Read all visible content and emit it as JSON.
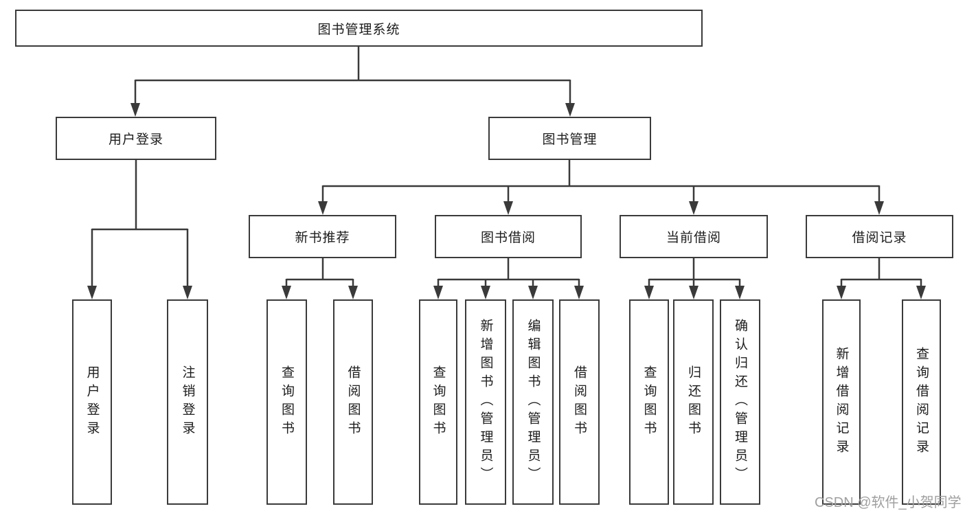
{
  "colors": {
    "line": "#3a3a3a",
    "text": "#1c1c1c",
    "background": "#ffffff",
    "watermark": "#9f9f9f"
  },
  "watermark": {
    "text": "CSDN @软件_小贺同学"
  },
  "tree": {
    "root": {
      "label": "图书管理系统",
      "children": [
        {
          "label": "用户登录",
          "children": [
            {
              "label": "用户登录"
            },
            {
              "label": "注销登录"
            }
          ]
        },
        {
          "label": "图书管理",
          "children": [
            {
              "label": "新书推荐",
              "children": [
                {
                  "label": "查询图书"
                },
                {
                  "label": "借阅图书"
                }
              ]
            },
            {
              "label": "图书借阅",
              "children": [
                {
                  "label": "查询图书"
                },
                {
                  "label": "新增图书（管理员）"
                },
                {
                  "label": "编辑图书（管理员）"
                },
                {
                  "label": "借阅图书"
                }
              ]
            },
            {
              "label": "当前借阅",
              "children": [
                {
                  "label": "查询图书"
                },
                {
                  "label": "归还图书"
                },
                {
                  "label": "确认归还（管理员）"
                }
              ]
            },
            {
              "label": "借阅记录",
              "children": [
                {
                  "label": "新增借阅记录"
                },
                {
                  "label": "查询借阅记录"
                }
              ]
            }
          ]
        }
      ]
    }
  }
}
